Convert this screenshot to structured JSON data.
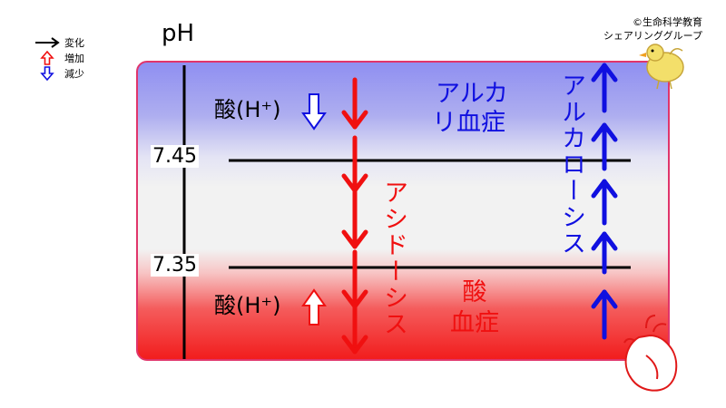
{
  "title": "pH",
  "credit": {
    "line1": "©生命科学教育",
    "line2": "シェアリンググループ"
  },
  "legend": [
    {
      "icon": "black-right-arrow-icon",
      "label": "変化"
    },
    {
      "icon": "red-hollow-up-arrow-icon",
      "label": "増加"
    },
    {
      "icon": "blue-hollow-down-arrow-icon",
      "label": "減少"
    }
  ],
  "ticks": {
    "upper": "7.45",
    "lower": "7.35"
  },
  "labels": {
    "alkalemia_line1": "アルカ",
    "alkalemia_line2": "リ血症",
    "alkalosis": "アルカローシス",
    "acidosis": "アシドーシス",
    "acidemia_line1": "酸",
    "acidemia_line2": "血症",
    "h_top": "酸(H⁺)",
    "h_bottom": "酸(H⁺)"
  },
  "colors": {
    "red": "#f01010",
    "blue": "#1010e0",
    "border": "#e0356b"
  }
}
